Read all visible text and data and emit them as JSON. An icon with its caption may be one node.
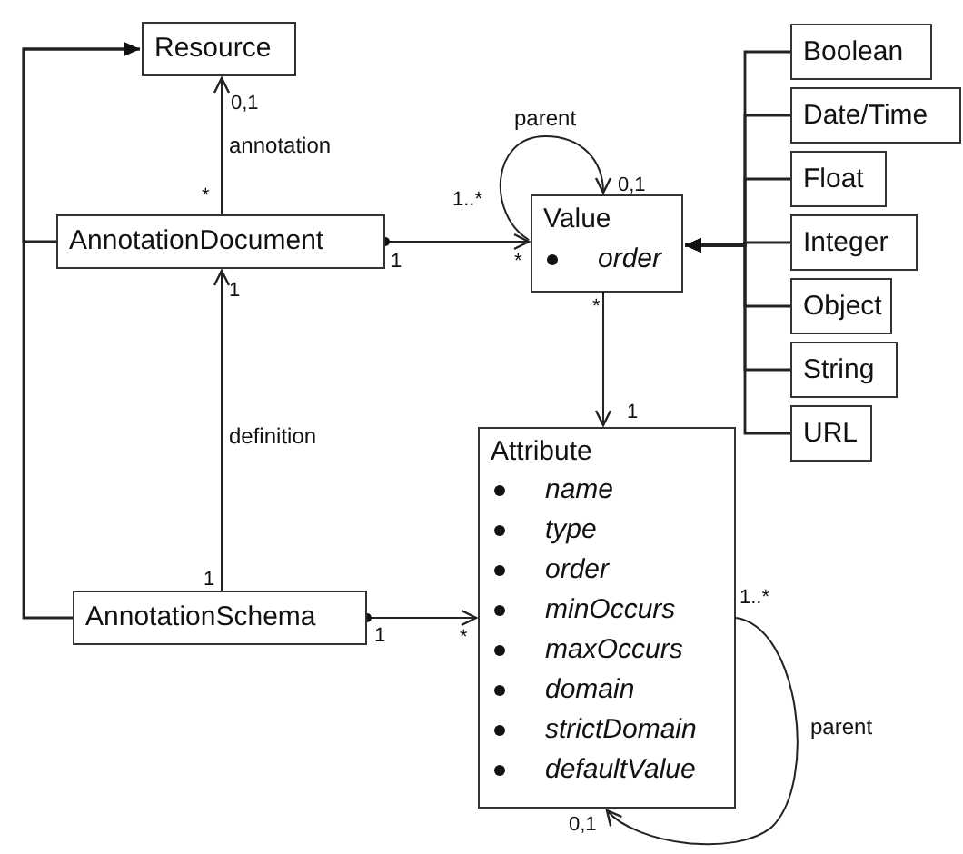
{
  "diagram": {
    "nodes": [
      {
        "text": [
          "Resource"
        ]
      },
      {
        "text": [
          "AnnotationDocument"
        ]
      },
      {
        "text": [
          "Value",
          "order"
        ]
      },
      {
        "text": [
          "Attribute",
          "name",
          "type",
          "order",
          "minOccurs",
          "maxOccurs",
          "domain",
          "strictDomain",
          "defaultValue"
        ]
      },
      {
        "text": [
          "AnnotationSchema"
        ]
      },
      {
        "text": [
          "Boolean"
        ]
      },
      {
        "text": [
          "Date/Time"
        ]
      },
      {
        "text": [
          "Float"
        ]
      },
      {
        "text": [
          "Integer"
        ]
      },
      {
        "text": [
          "Object"
        ]
      },
      {
        "text": [
          "String"
        ]
      },
      {
        "text": [
          "URL"
        ]
      }
    ],
    "edges": [
      {
        "from": 1,
        "to": 0,
        "arrow": "to",
        "label": "annotation"
      },
      {
        "from": 1,
        "to": 0,
        "arrow": "to"
      },
      {
        "from": 4,
        "to": 0,
        "arrow": "to"
      },
      {
        "from": 1,
        "to": 2,
        "arrow": "to"
      },
      {
        "from": 2,
        "to": 2,
        "arrow": "to",
        "label": "parent"
      },
      {
        "from": 2,
        "to": 3,
        "arrow": "to"
      },
      {
        "from": 4,
        "to": 1,
        "arrow": "to",
        "label": "definition"
      },
      {
        "from": 4,
        "to": 3,
        "arrow": "to"
      },
      {
        "from": 3,
        "to": 3,
        "arrow": "to",
        "label": "parent"
      },
      {
        "from": 5,
        "to": 2,
        "arrow": "to"
      },
      {
        "from": 6,
        "to": 2,
        "arrow": "to"
      },
      {
        "from": 7,
        "to": 2,
        "arrow": "to"
      },
      {
        "from": 8,
        "to": 2,
        "arrow": "to"
      },
      {
        "from": 9,
        "to": 2,
        "arrow": "to"
      },
      {
        "from": 10,
        "to": 2,
        "arrow": "to"
      },
      {
        "from": 11,
        "to": 2,
        "arrow": "to"
      }
    ],
    "labels": [
      "0,1",
      "0,1",
      "*",
      "1..*",
      "1",
      "*",
      "1",
      "*",
      "1",
      "1",
      "1..*",
      "1",
      "*",
      "0,1"
    ]
  }
}
